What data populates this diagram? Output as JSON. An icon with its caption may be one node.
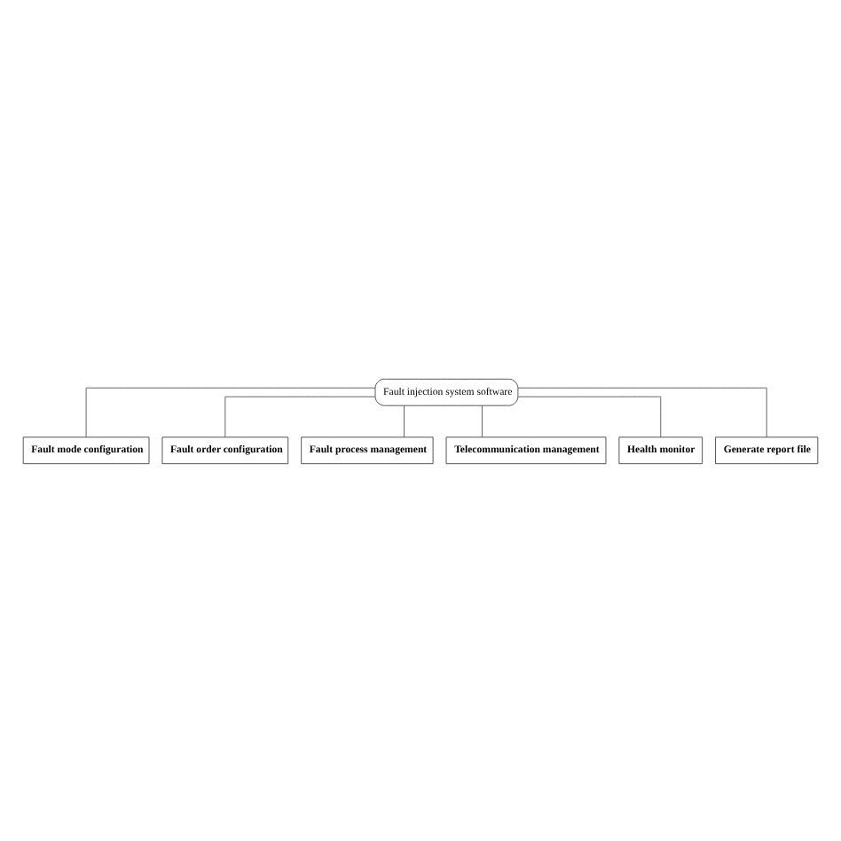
{
  "diagram": {
    "nodes": [
      {
        "text": [
          "Fault injection system software"
        ]
      },
      {
        "text": [
          "Fault mode configuration"
        ]
      },
      {
        "text": [
          "Fault order configuration"
        ]
      },
      {
        "text": [
          "Fault process management"
        ]
      },
      {
        "text": [
          "Telecommunication management"
        ]
      },
      {
        "text": [
          "Health monitor"
        ]
      },
      {
        "text": [
          "Generate report file"
        ]
      }
    ],
    "edges": [
      {
        "from": 0,
        "to": 1,
        "arrow": "none"
      },
      {
        "from": 0,
        "to": 2,
        "arrow": "none"
      },
      {
        "from": 0,
        "to": 3,
        "arrow": "none"
      },
      {
        "from": 0,
        "to": 4,
        "arrow": "none"
      },
      {
        "from": 0,
        "to": 5,
        "arrow": "none"
      },
      {
        "from": 0,
        "to": 6,
        "arrow": "none"
      }
    ]
  }
}
